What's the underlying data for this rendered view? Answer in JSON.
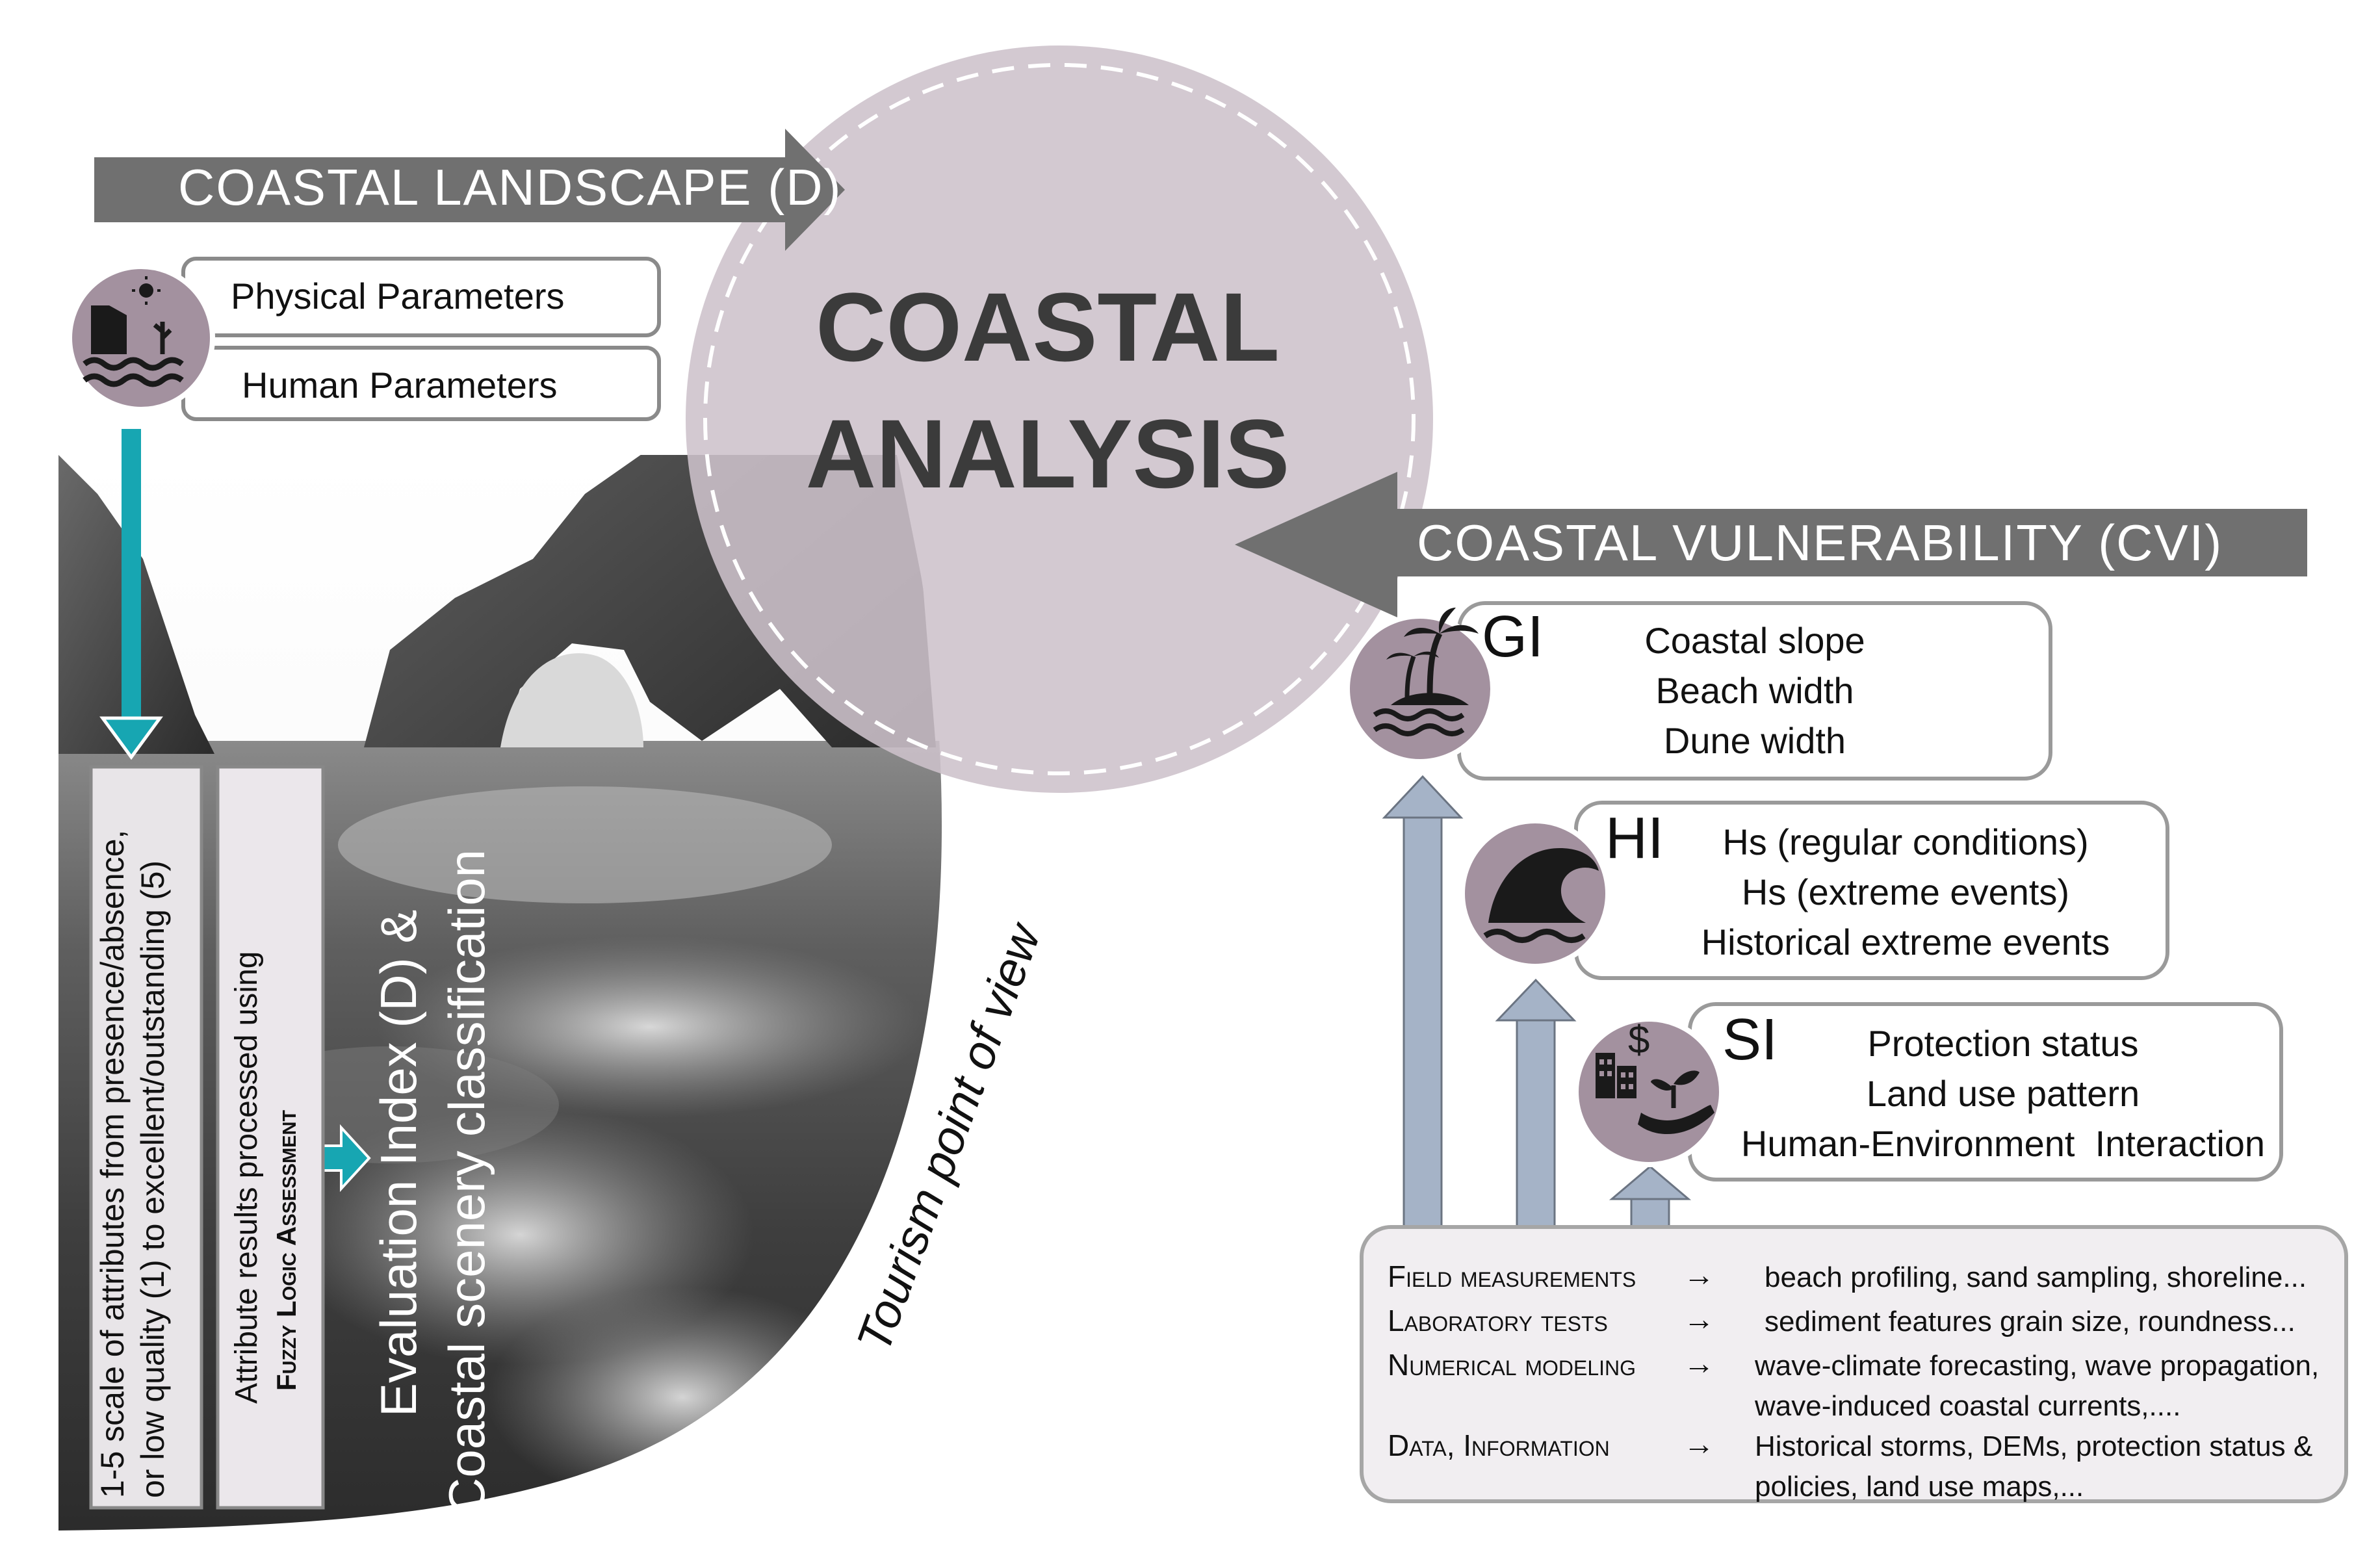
{
  "landscape": {
    "banner": "COASTAL LANDSCAPE (D)",
    "physical_parameters": "Physical Parameters",
    "human_parameters": "Human Parameters",
    "scale_text_1": "1-5 scale of attributes from presence/absence,",
    "scale_text_2": "or low quality (1) to excellent/outstanding (5)",
    "fuzzy_text_1": "Attribute results processed using",
    "fuzzy_text_2": "Fuzzy Logic Assessment",
    "evaluation_1": "Evaluation Index (D) &",
    "evaluation_2": "Coastal scenery classification",
    "tourism": "Tourism point of view"
  },
  "center": {
    "title_1": "COASTAL",
    "title_2": "ANALYSIS"
  },
  "vulnerability": {
    "banner": "COASTAL VULNERABILITY (CVI)",
    "gi": {
      "tag": "GI",
      "items": [
        "Coastal slope",
        "Beach width",
        "Dune width"
      ]
    },
    "hi": {
      "tag": "HI",
      "items": [
        "Hs (regular conditions)",
        "Hs (extreme events)",
        "Historical extreme events"
      ]
    },
    "si": {
      "tag": "SI",
      "items": [
        "Protection status",
        "Land use pattern",
        "Human-Environment  Interaction"
      ]
    }
  },
  "data_sources": [
    {
      "source": "Field measurements",
      "desc": [
        "beach profiling, sand sampling, shoreline..."
      ]
    },
    {
      "source": "Laboratory tests",
      "desc": [
        "sediment features grain size, roundness..."
      ]
    },
    {
      "source": "Numerical modeling",
      "desc": [
        "wave-climate forecasting, wave propagation,",
        "wave-induced coastal currents,...."
      ]
    },
    {
      "source": "Data, Information",
      "desc": [
        "Historical storms, DEMs, protection status &",
        "policies, land use maps,..."
      ]
    }
  ],
  "arrow_symbol": "→",
  "colors": {
    "banner_gray": "#707070",
    "circle_mauve": "#cdc1cb",
    "icon_mauve": "#a3919f",
    "teal_arrow": "#17a6b2",
    "blue_gray_arrow": "#a5b3c7",
    "box_border": "#9a9a9a"
  },
  "icons": [
    "landscape-icon",
    "island-palm-icon",
    "wave-icon",
    "city-hand-plant-icon"
  ]
}
